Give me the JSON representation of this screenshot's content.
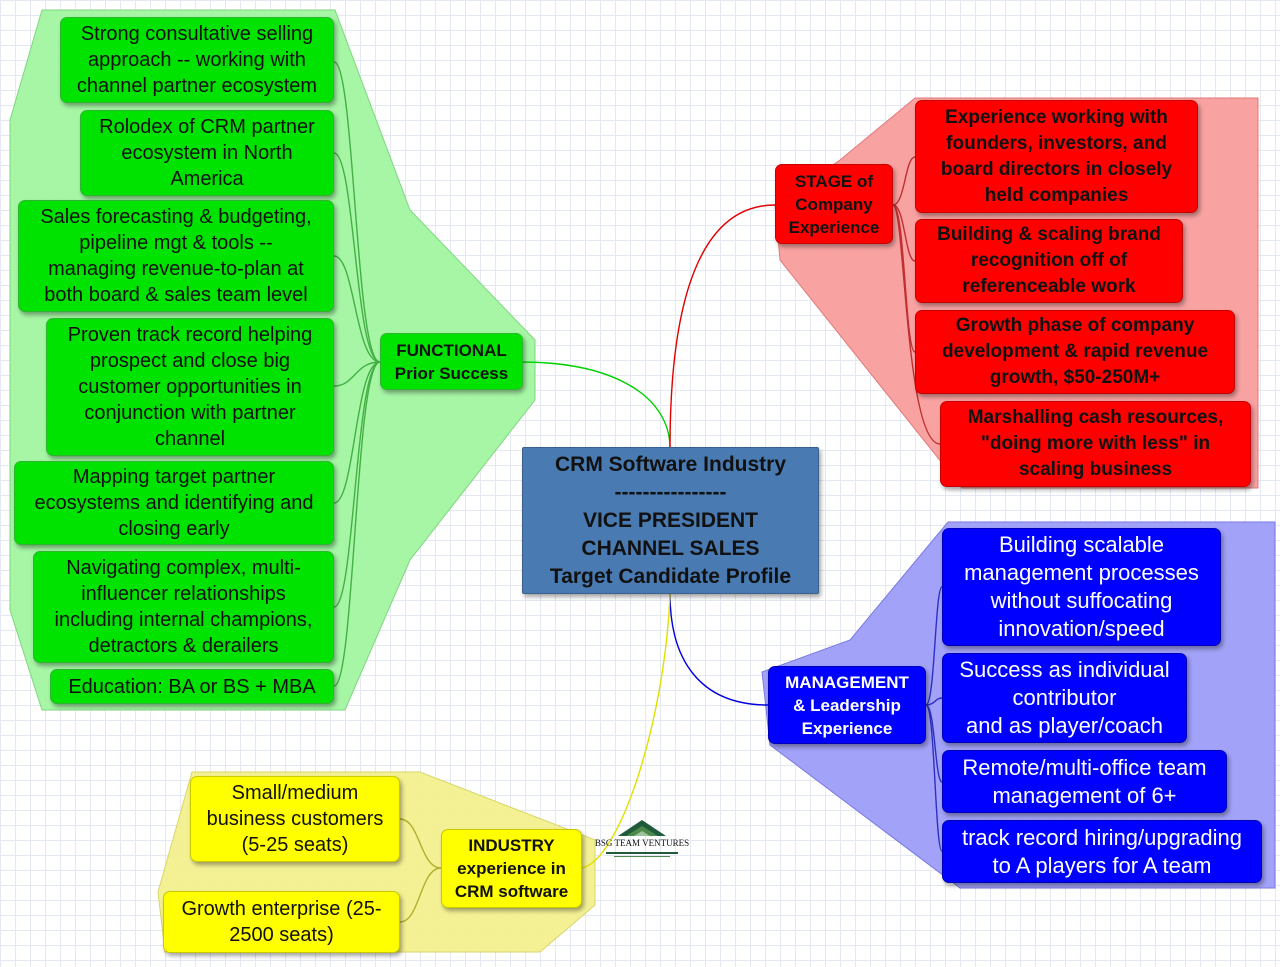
{
  "central": {
    "line1": "CRM Software Industry",
    "separator": "----------------",
    "line2": "VICE PRESIDENT\nCHANNEL SALES\nTarget Candidate Profile"
  },
  "branches": {
    "functional": {
      "label": "FUNCTIONAL\nPrior Success",
      "color": "#00e300",
      "region_color": "#9ef59e",
      "items": [
        "Strong consultative selling\napproach -- working with\nchannel partner ecosystem",
        "Rolodex of CRM partner\necosystem in North\nAmerica",
        "Sales forecasting & budgeting,\npipeline mgt & tools --\nmanaging revenue-to-plan at\nboth board & sales team level",
        "Proven track record helping\nprospect and close big\ncustomer opportunities in\nconjunction with partner\nchannel",
        "Mapping target partner\necosystems and identifying and\nclosing early",
        "Navigating complex, multi-\ninfluencer relationships\nincluding internal champions,\ndetractors & derailers",
        "Education: BA or BS + MBA"
      ]
    },
    "stage": {
      "label": "STAGE of\nCompany\nExperience",
      "color": "#ff0000",
      "region_color": "#f99a9a",
      "items": [
        "Experience working with\nfounders,  investors, and\nboard directors  in closely\nheld companies",
        "Building & scaling brand\nrecognition off of\nreferenceable work",
        "Growth phase of company\ndevelopment & rapid revenue\ngrowth, $50-250M+",
        "Marshalling cash resources,\n\"doing more with less\" in\nscaling business"
      ]
    },
    "management": {
      "label": "MANAGEMENT\n& Leadership\nExperience",
      "color": "#0000ff",
      "region_color": "#9a9af7",
      "items": [
        "Building scalable\nmanagement processes\nwithout suffocating\ninnovation/speed",
        "Success as individual\ncontributor\nand as player/coach",
        "Remote/multi-office team\nmanagement of 6+",
        "track record hiring/upgrading\nto A players for A team"
      ]
    },
    "industry": {
      "label": "INDUSTRY\nexperience in\nCRM software",
      "color": "#ffff00",
      "region_color": "#f3f08c",
      "items": [
        "Small/medium\nbusiness customers\n(5-25 seats)",
        "Growth enterprise (25-\n2500 seats)"
      ]
    }
  },
  "logo": {
    "name": "bsg-team-ventures-logo",
    "text": "BSG TEAM VENTURES",
    "colors": [
      "#1f5a3a",
      "#4c8a4c",
      "#9cc39c"
    ]
  }
}
